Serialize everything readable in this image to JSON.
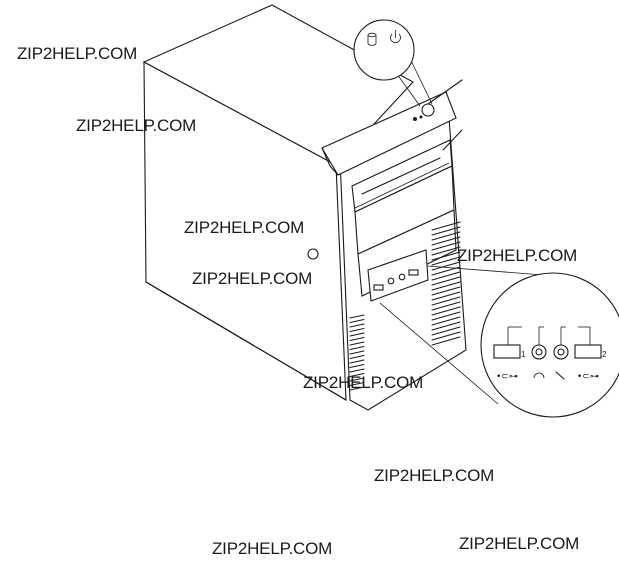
{
  "watermarks": [
    "ZIP2HELP.COM",
    "ZIP2HELP.COM",
    "ZIP2HELP.COM",
    "ZIP2HELP.COM",
    "ZIP2HELP.COM",
    "ZIP2HELP.COM",
    "ZIP2HELP.COM",
    "ZIP2HELP.COM",
    "ZIP2HELP.COM"
  ],
  "callout_top": {
    "icons": [
      "drive-activity-icon",
      "power-icon"
    ]
  },
  "callout_ports": {
    "icons": [
      "usb-port-1-icon",
      "headphone-jack-icon",
      "microphone-jack-icon",
      "usb-port-2-icon"
    ]
  }
}
